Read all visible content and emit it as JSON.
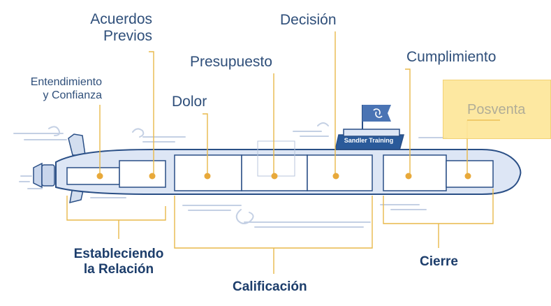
{
  "labels": {
    "entendimiento": [
      "Entendimiento",
      "y Confianza"
    ],
    "acuerdos": [
      "Acuerdos",
      "Previos"
    ],
    "dolor": "Dolor",
    "presupuesto": "Presupuesto",
    "decision": "Decisión",
    "cumplimiento": "Cumplimiento",
    "posventa": "Posventa"
  },
  "groups": {
    "estableciendo": [
      "Estableciendo",
      "la Relación"
    ],
    "calificacion": "Calificación",
    "cierre": "Cierre"
  },
  "brand": {
    "tower_text": "Sandler Training",
    "flag_icon": "sandler-logo-icon"
  },
  "colors": {
    "hull_fill": "#dde6f5",
    "hull_stroke": "#2a4f86",
    "leader": "#e8b84a",
    "dot": "#e8a93a",
    "label": "#2f4f7a",
    "highlight": "#fde79a"
  }
}
